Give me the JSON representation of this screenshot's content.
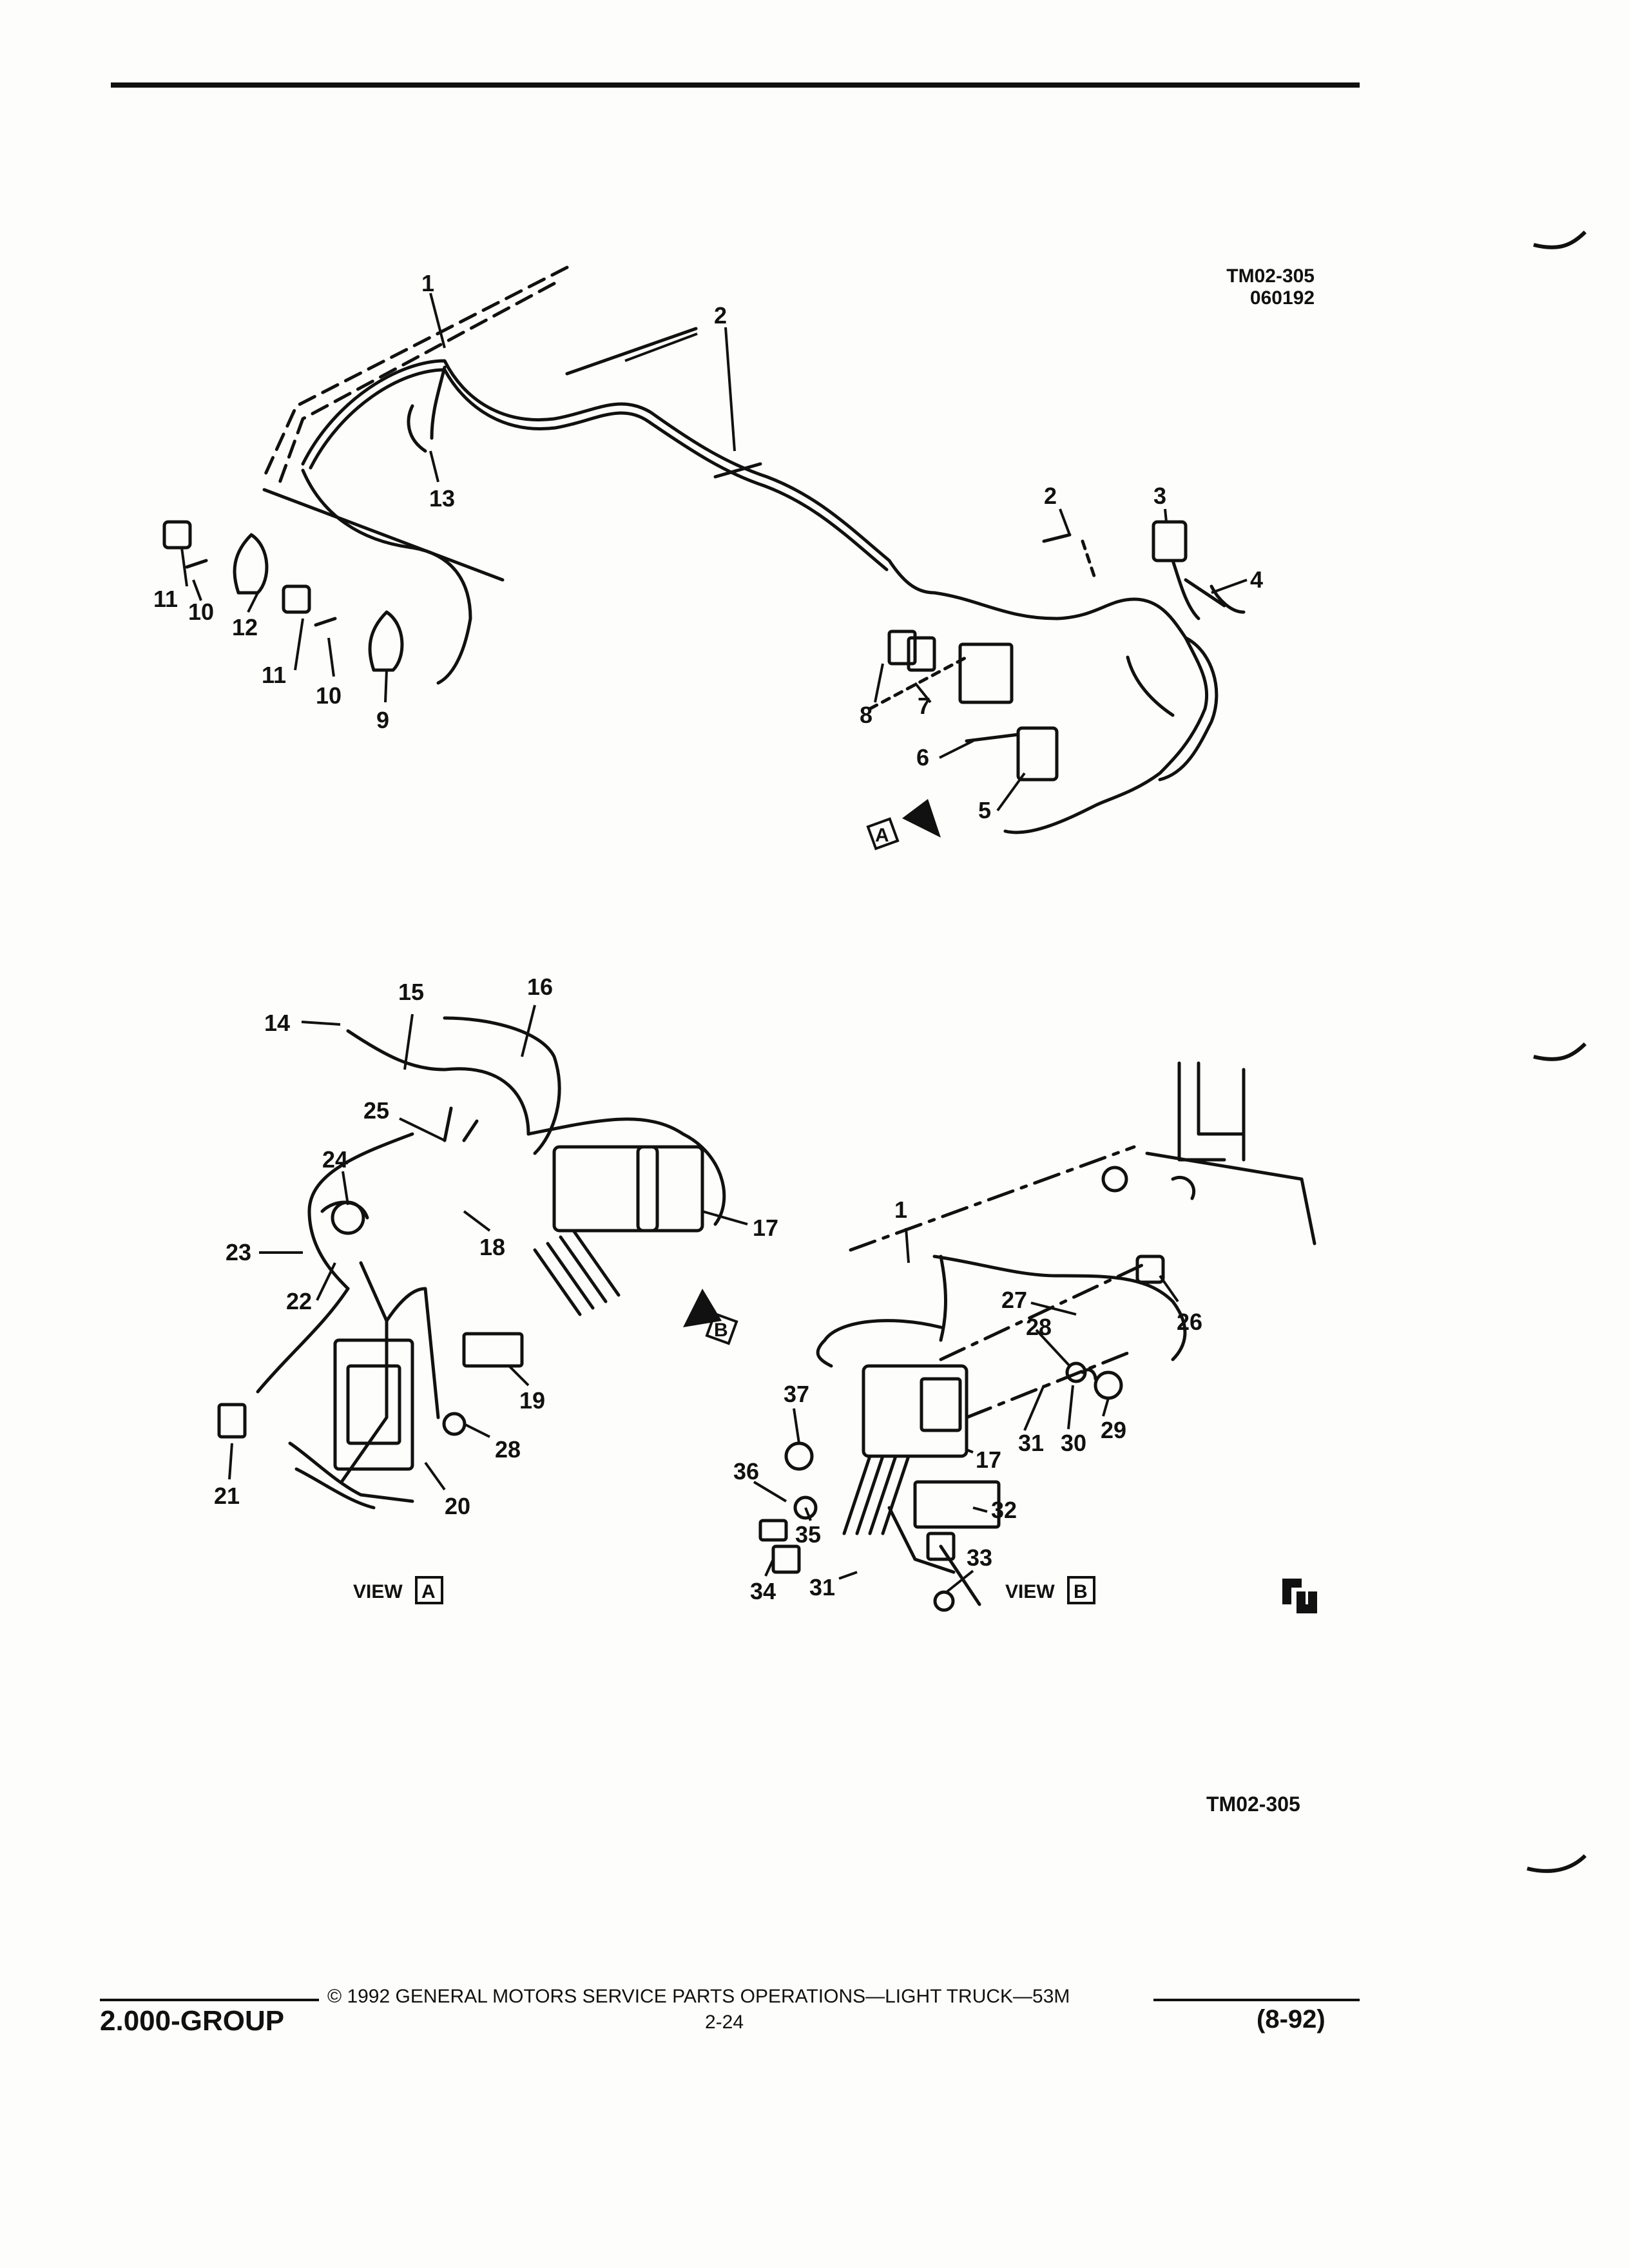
{
  "header": {
    "figure_code": "TM02-305",
    "figure_date": "060192"
  },
  "callouts_top": [
    "1",
    "2",
    "2",
    "3",
    "4",
    "5",
    "6",
    "7",
    "8",
    "9",
    "10",
    "10",
    "11",
    "11",
    "12",
    "13"
  ],
  "callouts_view_a": [
    "14",
    "15",
    "16",
    "17",
    "18",
    "19",
    "20",
    "21",
    "22",
    "23",
    "24",
    "25",
    "28"
  ],
  "callouts_view_b": [
    "1",
    "17",
    "26",
    "27",
    "28",
    "29",
    "30",
    "31",
    "31",
    "32",
    "33",
    "34",
    "35",
    "36",
    "37"
  ],
  "view_markers": {
    "a_letter": "A",
    "b_letter": "B"
  },
  "view_labels": {
    "prefix": "VIEW",
    "a": "A",
    "b": "B"
  },
  "bottom_ref": "TM02-305",
  "footer": {
    "group": "2.000-GROUP",
    "copyright": "© 1992 GENERAL MOTORS SERVICE PARTS OPERATIONS—LIGHT TRUCK—53M",
    "page": "2-24",
    "date": "(8-92)"
  }
}
